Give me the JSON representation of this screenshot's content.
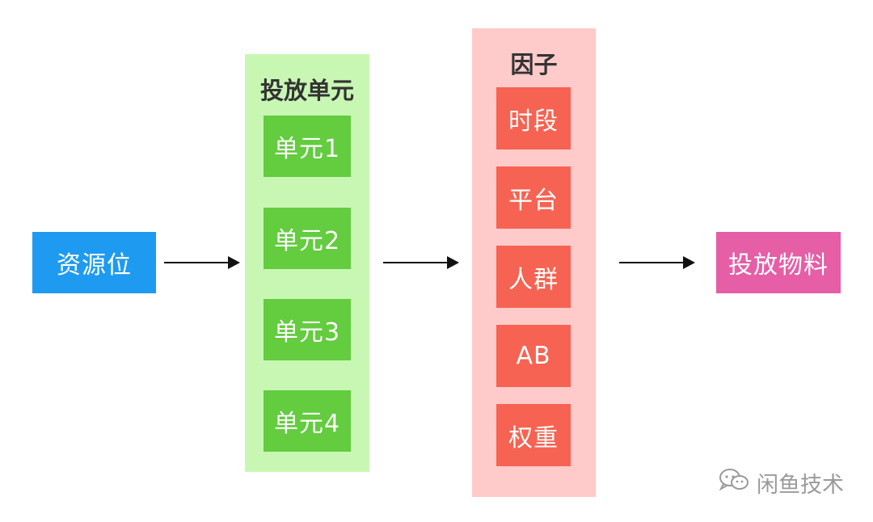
{
  "source": {
    "label": "资源位",
    "color": "#1e9bf0"
  },
  "units_panel": {
    "title": "投放单元",
    "bg_color": "#c8f7b4",
    "item_color": "#63cc3f",
    "items": [
      "单元1",
      "单元2",
      "单元3",
      "单元4"
    ]
  },
  "factors_panel": {
    "title": "因子",
    "bg_color": "#ffcaca",
    "item_color": "#f66352",
    "items": [
      "时段",
      "平台",
      "人群",
      "AB",
      "权重"
    ]
  },
  "target": {
    "label": "投放物料",
    "color": "#e55ea6"
  },
  "watermark": {
    "text": "闲鱼技术",
    "icon": "wechat-icon"
  }
}
